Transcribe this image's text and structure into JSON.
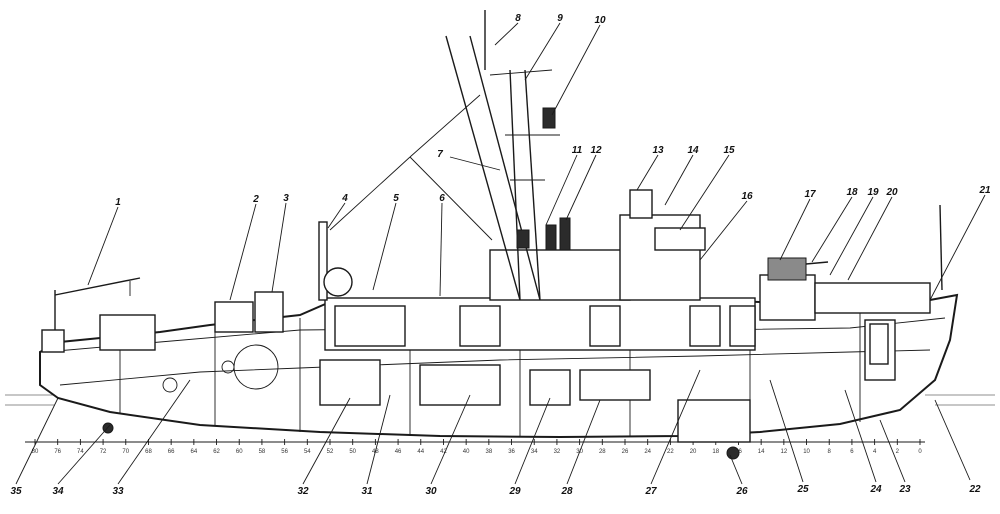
{
  "callouts": [
    {
      "label": "1"
    },
    {
      "label": "2"
    },
    {
      "label": "3"
    },
    {
      "label": "4"
    },
    {
      "label": "5"
    },
    {
      "label": "6"
    },
    {
      "label": "7"
    },
    {
      "label": "8"
    },
    {
      "label": "9"
    },
    {
      "label": "10"
    },
    {
      "label": "11"
    },
    {
      "label": "12"
    },
    {
      "label": "13"
    },
    {
      "label": "14"
    },
    {
      "label": "15"
    },
    {
      "label": "16"
    },
    {
      "label": "17"
    },
    {
      "label": "18"
    },
    {
      "label": "19"
    },
    {
      "label": "20"
    },
    {
      "label": "21"
    },
    {
      "label": "22"
    },
    {
      "label": "23"
    },
    {
      "label": "24"
    },
    {
      "label": "25"
    },
    {
      "label": "26"
    },
    {
      "label": "27"
    },
    {
      "label": "28"
    },
    {
      "label": "29"
    },
    {
      "label": "30"
    },
    {
      "label": "31"
    },
    {
      "label": "32"
    },
    {
      "label": "33"
    },
    {
      "label": "34"
    },
    {
      "label": "35"
    }
  ],
  "frame_numbers": [
    "80",
    "76",
    "74",
    "72",
    "70",
    "68",
    "66",
    "64",
    "62",
    "60",
    "58",
    "56",
    "54",
    "52",
    "50",
    "48",
    "46",
    "44",
    "42",
    "40",
    "38",
    "36",
    "34",
    "32",
    "30",
    "28",
    "26",
    "24",
    "22",
    "20",
    "18",
    "16",
    "14",
    "12",
    "10",
    "8",
    "6",
    "4",
    "2",
    "0"
  ],
  "colors": {
    "line": "#1a1a1a",
    "background": "#ffffff"
  }
}
